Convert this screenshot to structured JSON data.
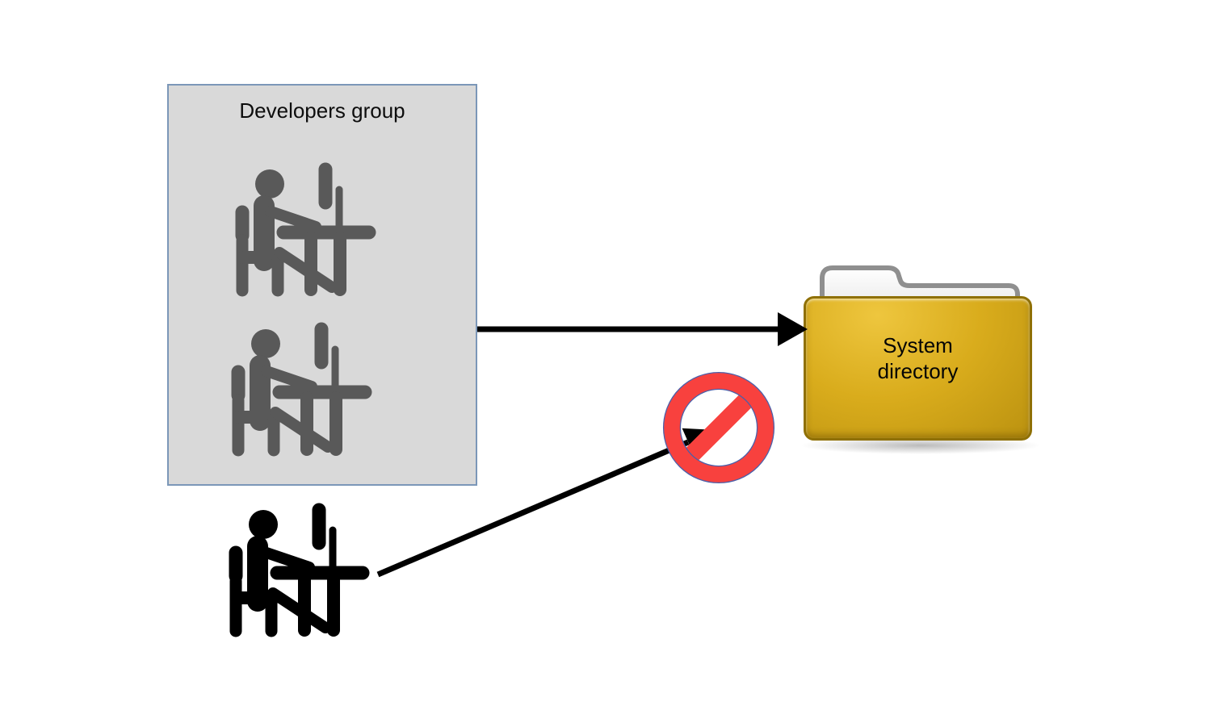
{
  "diagram": {
    "group_box": {
      "label": "Developers group",
      "fill": "#d9d9d9",
      "border_color": "#7b97b8",
      "icon_color": "#595959",
      "members": [
        {
          "icon": "person-at-desk"
        },
        {
          "icon": "person-at-desk"
        }
      ]
    },
    "external_user": {
      "icon": "person-at-desk",
      "icon_color": "#000000"
    },
    "folder": {
      "label_line1": "System",
      "label_line2": "directory",
      "body_color": "#d9ac1c",
      "border_color": "#8f7005",
      "tab_fill": "#f5f5f5",
      "tab_border": "#8f8f8f"
    },
    "no_entry_sign": {
      "color": "#f8413e",
      "edge_color": "#4b5fa9"
    },
    "connectors": [
      {
        "id": "group-to-folder",
        "style": "solid-arrow",
        "color": "#000000"
      },
      {
        "id": "user-to-no-entry",
        "style": "solid-arrow",
        "color": "#000000"
      }
    ]
  }
}
